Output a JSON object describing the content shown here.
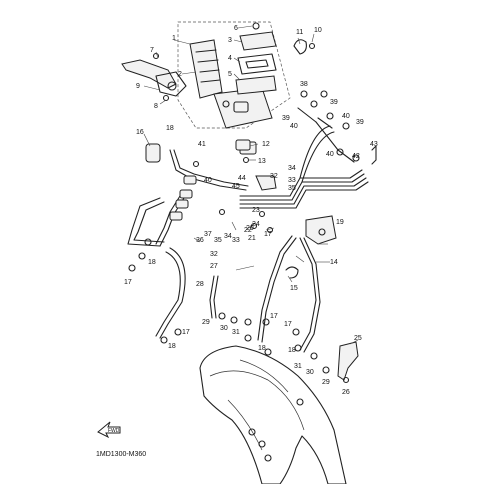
{
  "diagram": {
    "doc_id": "1MD1300-M360",
    "fwd_label": "FWD",
    "callouts": [
      "1",
      "2",
      "3",
      "4",
      "5",
      "6",
      "7",
      "8",
      "9",
      "10",
      "11",
      "12",
      "13",
      "14",
      "15",
      "16",
      "17",
      "17",
      "17",
      "17",
      "17",
      "18",
      "18",
      "18",
      "18",
      "18",
      "19",
      "20",
      "21",
      "22",
      "23",
      "24",
      "25",
      "26",
      "27",
      "28",
      "29",
      "29",
      "30",
      "30",
      "31",
      "31",
      "32",
      "32",
      "33",
      "33",
      "34",
      "34",
      "35",
      "35",
      "36",
      "37",
      "38",
      "39",
      "39",
      "39",
      "40",
      "40",
      "40",
      "40",
      "41",
      "42",
      "43",
      "44",
      "45",
      "46"
    ]
  }
}
